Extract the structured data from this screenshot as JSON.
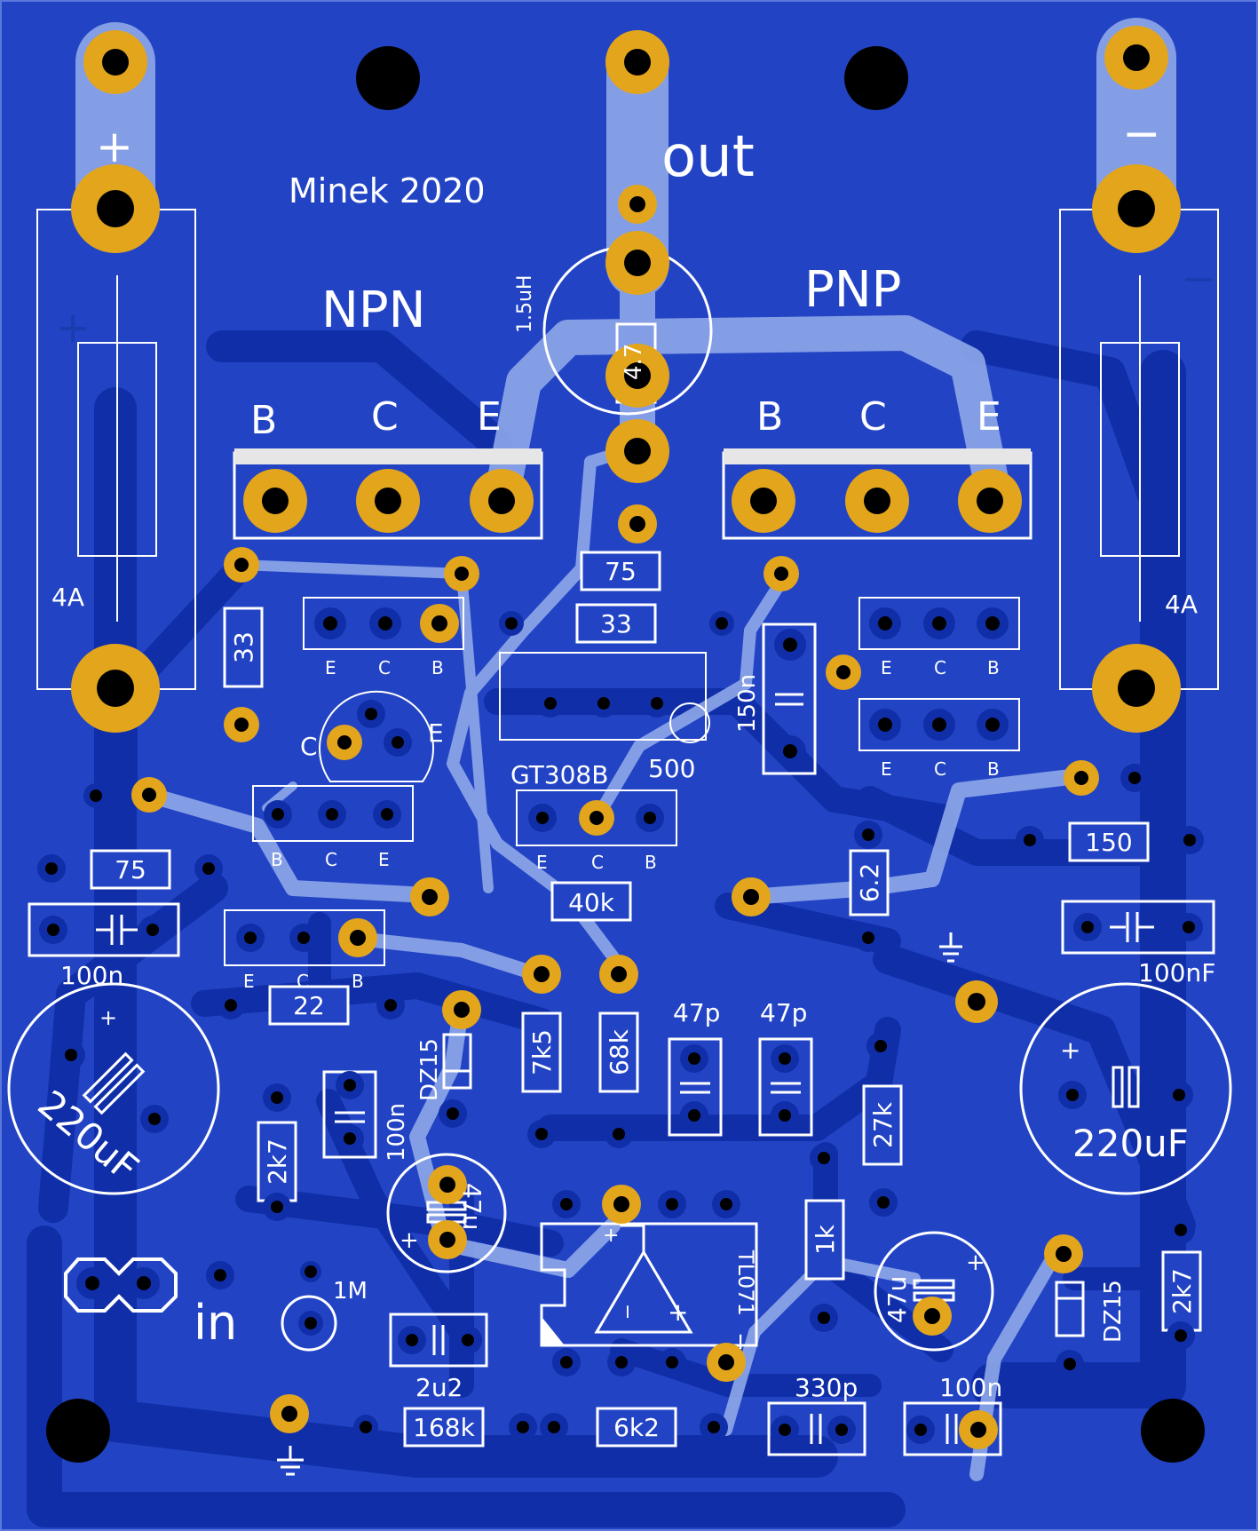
{
  "board": {
    "colors": {
      "board": "#2244c4",
      "copper": "#0f2ea8",
      "pad": "#e2a51c",
      "drill": "#000000",
      "silkscreen": "#ffffff",
      "top_trace": "#8fa8ea"
    },
    "title": "Minek 2020",
    "labels": {
      "plus": "+",
      "minus": "−",
      "plus_small": "+",
      "minus_small": "−",
      "out": "out",
      "npn": "NPN",
      "pnp": "PNP",
      "in": "in",
      "inductor": "1.5uH",
      "inductor_resistor": "4.7",
      "fuse_left": "4A",
      "fuse_right": "4A",
      "transistor": "GT308B",
      "trimmer": "500"
    },
    "pins": {
      "npn_power": [
        "B",
        "C",
        "E"
      ],
      "pnp_power": [
        "B",
        "C",
        "E"
      ],
      "q_ecb": [
        "E",
        "C",
        "B"
      ],
      "q_bce": [
        "B",
        "C",
        "E"
      ],
      "to92": [
        "C",
        "E"
      ]
    },
    "resistors": {
      "r75_top": "75",
      "r33_mid": "33",
      "r33_vert": "33",
      "r75_left": "75",
      "r40k": "40k",
      "r6_2": "6.2",
      "r150": "150",
      "r22": "22",
      "r7k5": "7k5",
      "r68k": "68k",
      "r27k": "27k",
      "r2k7_left": "2k7",
      "r2k7_right": "2k7",
      "r1k": "1k",
      "r168k": "168k",
      "r6k2": "6k2",
      "r1m": "1M"
    },
    "capacitors": {
      "c100n_left": "100n",
      "c100nf_right": "100nF",
      "c220_left": "220uF",
      "c220_right": "220uF",
      "c150n": "150n",
      "c47p_a": "47p",
      "c47p_b": "47p",
      "c100n_vert": "100n",
      "c47u_left": "47u",
      "c47u_right": "47u",
      "c2u2": "2u2",
      "c330p": "330p",
      "c100n_bottom": "100n"
    },
    "diodes": {
      "dz_left": "DZ15",
      "dz_right": "DZ15"
    },
    "ic": {
      "name": "TL071",
      "plus": "+",
      "minus": "−",
      "in_minus": "−",
      "in_plus": "+"
    },
    "symbols": [
      "ground-icon",
      "opamp-icon",
      "capacitor-icon",
      "fuse-icon",
      "inductor-icon"
    ]
  }
}
